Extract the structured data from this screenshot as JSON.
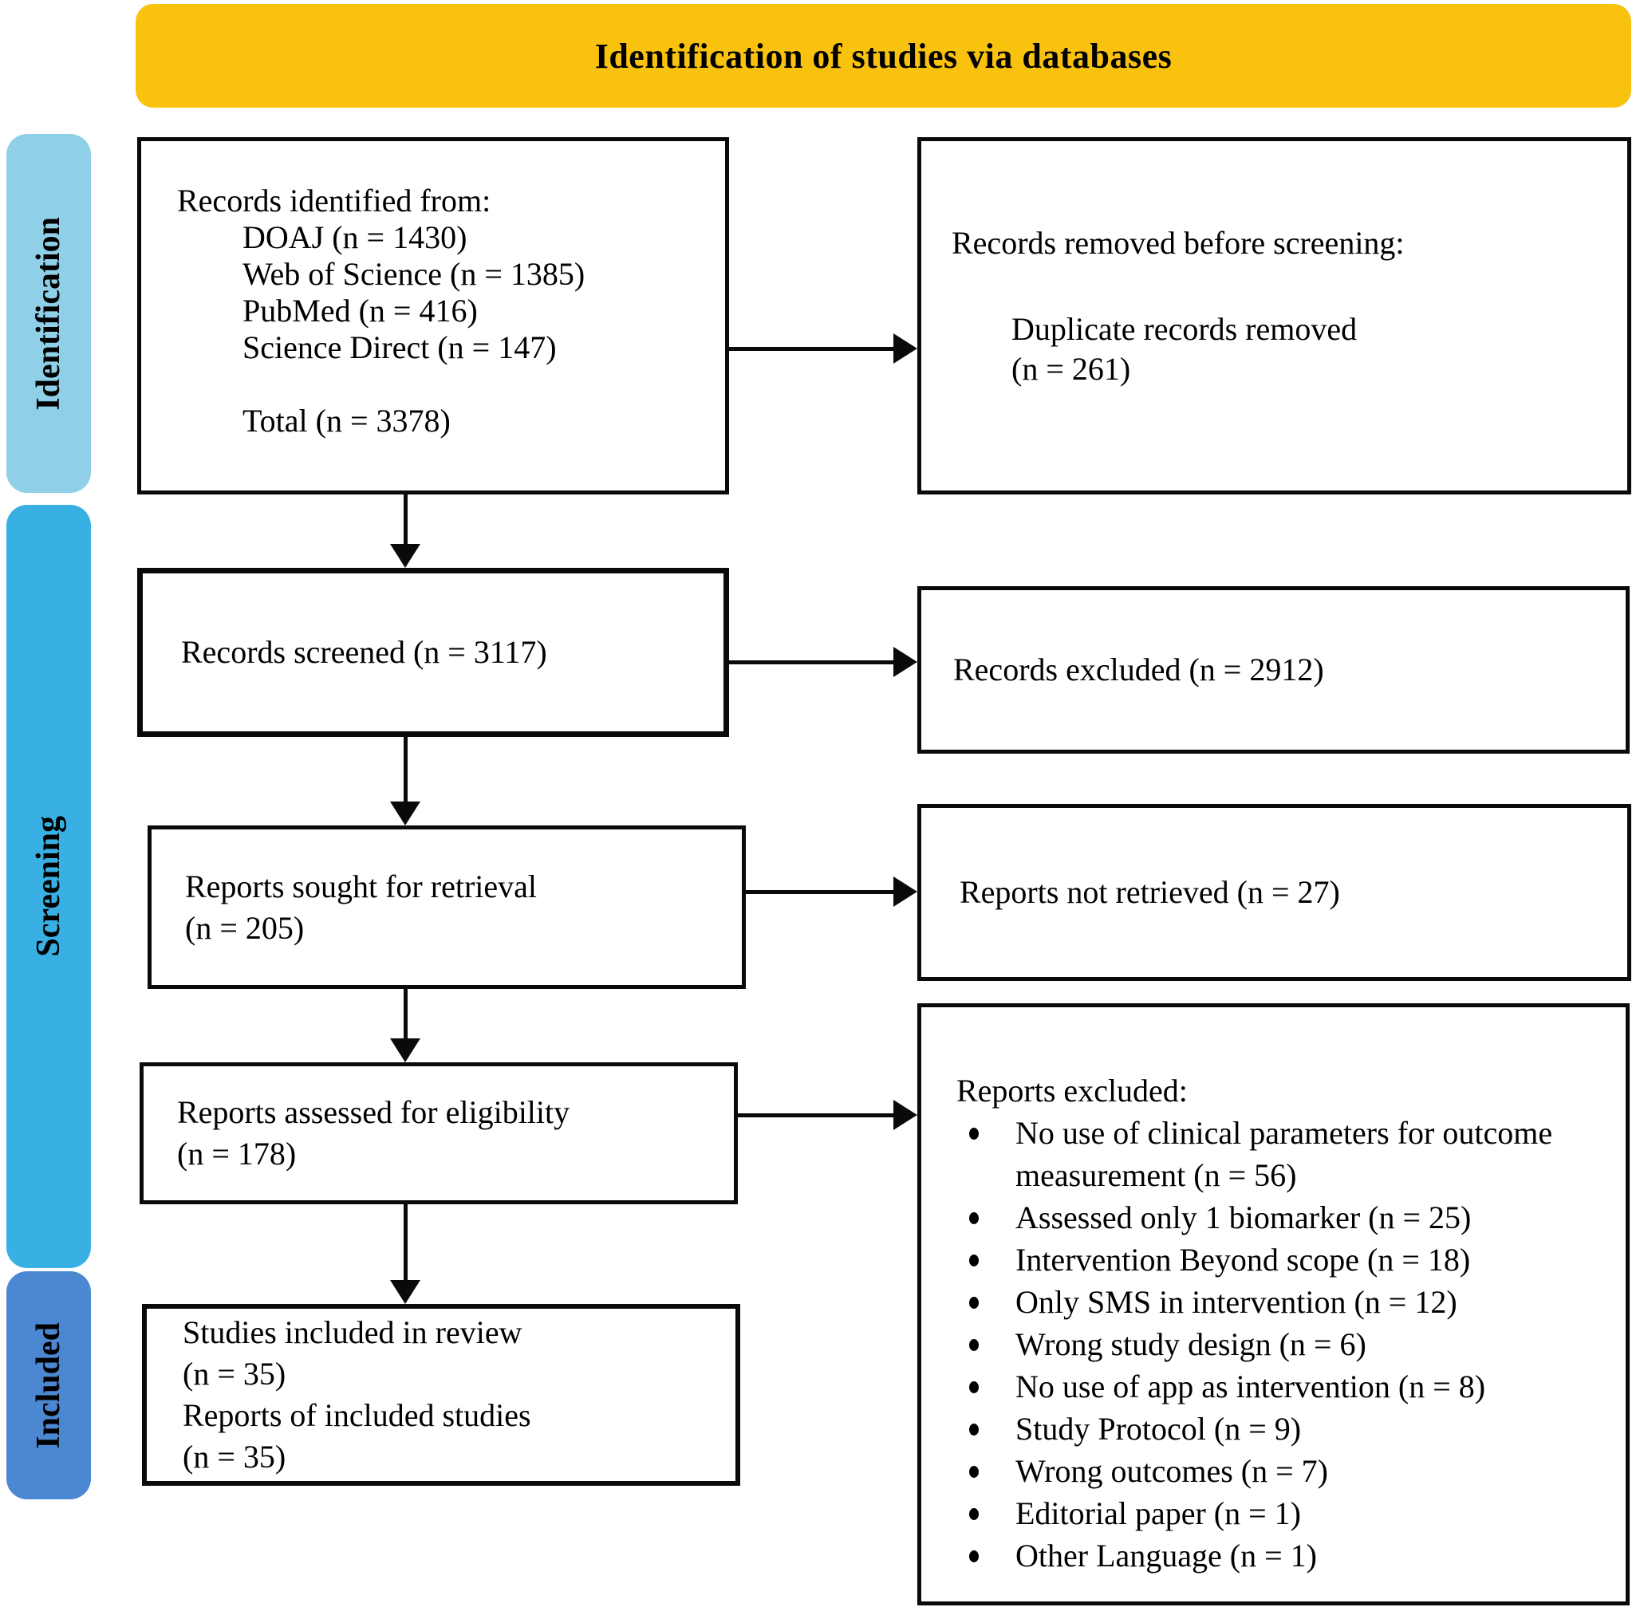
{
  "banner": {
    "title": "Identification of studies via databases"
  },
  "colors": {
    "banner": "#F9C20E",
    "identification_tab": "#8FD0E8",
    "screening_tab": "#38B0E4",
    "included_tab": "#4C87D2",
    "box_border": "#0a0a0a"
  },
  "stages": [
    {
      "label": "Identification"
    },
    {
      "label": "Screening"
    },
    {
      "label": "Included"
    }
  ],
  "boxes": {
    "identified": {
      "title": "Records identified from:",
      "items": [
        "DOAJ (n = 1430)",
        "Web of Science (n = 1385)",
        "PubMed (n = 416)",
        "Science Direct (n = 147)"
      ],
      "total": "Total (n = 3378)"
    },
    "removed": {
      "title": "Records removed before screening:",
      "detail_line1": "Duplicate records removed",
      "detail_line2": "(n = 261)"
    },
    "screened": {
      "text": "Records screened (n = 3117)"
    },
    "records_excluded": {
      "text": "Records excluded (n = 2912)"
    },
    "sought": {
      "line1": "Reports sought for retrieval",
      "line2": "(n = 205)"
    },
    "not_retrieved": {
      "text": "Reports not retrieved (n = 27)"
    },
    "assessed": {
      "line1": "Reports assessed for eligibility",
      "line2": "(n = 178)"
    },
    "reports_excluded": {
      "title": "Reports excluded:",
      "bullets": [
        "No use of clinical parameters for outcome measurement (n = 56)",
        "Assessed only 1 biomarker (n = 25)",
        "Intervention Beyond scope (n = 18)",
        "Only SMS in intervention (n = 12)",
        "Wrong study design (n = 6)",
        "No use of app as intervention (n = 8)",
        "Study Protocol (n = 9)",
        "Wrong outcomes (n = 7)",
        "Editorial paper (n = 1)",
        "Other Language (n = 1)"
      ]
    },
    "included_studies": {
      "line1": "Studies included in review",
      "line2": "(n = 35)",
      "line3": "Reports of included studies",
      "line4": "(n = 35)"
    }
  }
}
